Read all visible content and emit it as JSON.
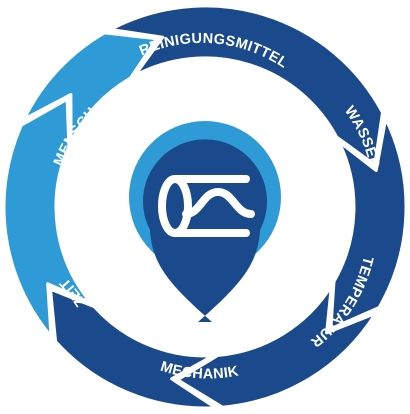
{
  "diagram": {
    "segments": [
      {
        "key": "reinigungsmittel",
        "label": "REINIGUNGSMITTEL",
        "color": "#1a4a8c"
      },
      {
        "key": "wasser",
        "label": "WASSER",
        "color": "#1a4a8c"
      },
      {
        "key": "temperatur",
        "label": "TEMPERATUR",
        "color": "#1a4a8c"
      },
      {
        "key": "mechanik",
        "label": "MECHANIK",
        "color": "#1a4a8c"
      },
      {
        "key": "zeit",
        "label": "ZEIT",
        "color": "#2e9ad6"
      },
      {
        "key": "mensch",
        "label": "MENSCH",
        "color": "#2e9ad6"
      }
    ],
    "center": {
      "icon": "cleaning-process-icon",
      "pin_color": "#1a4a8c",
      "halo_color": "#2e9ad6"
    }
  }
}
